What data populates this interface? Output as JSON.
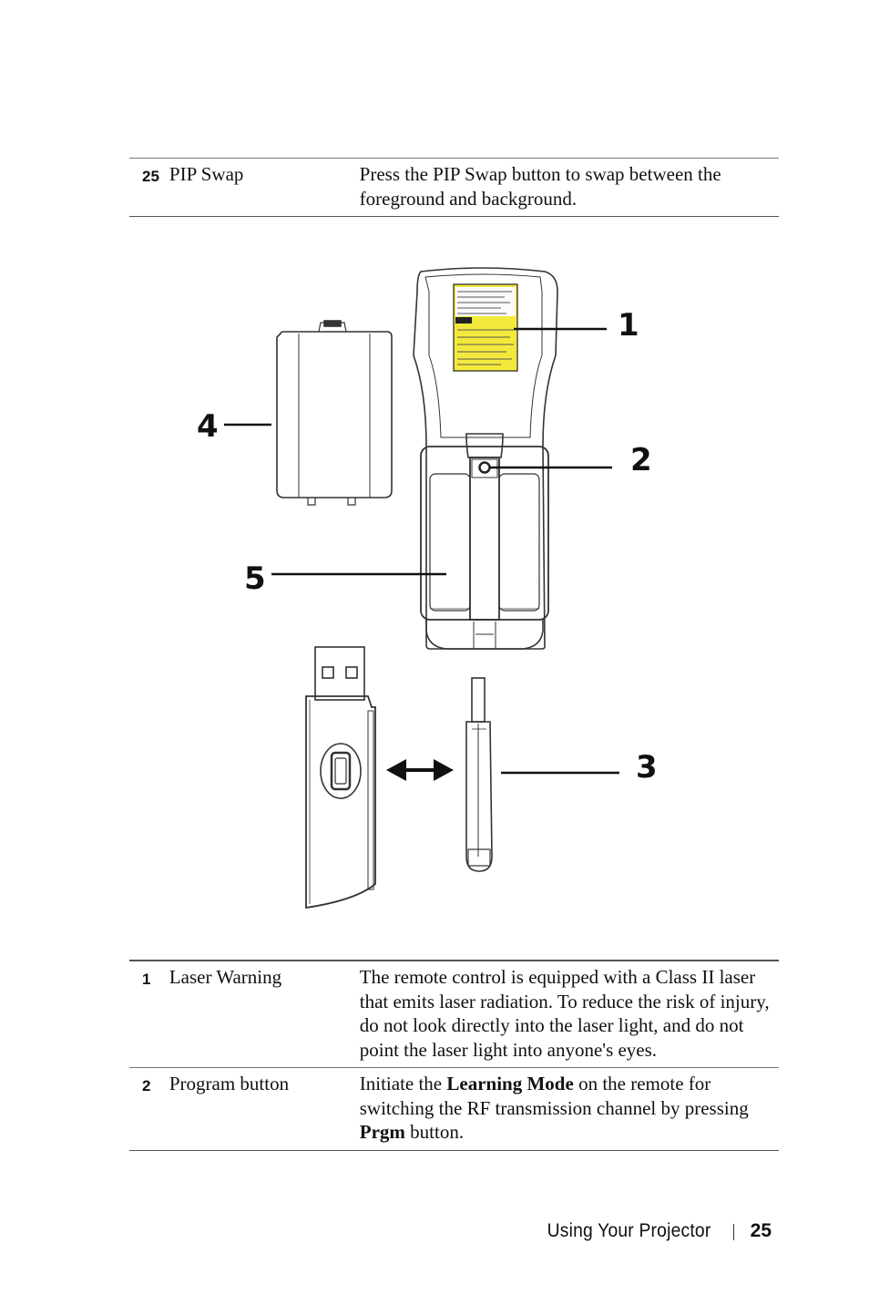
{
  "top_table": {
    "rows": [
      {
        "num": "25",
        "name": "PIP Swap",
        "desc": "Press the PIP Swap button to swap between the foreground and background."
      }
    ]
  },
  "figure": {
    "callouts": [
      "1",
      "2",
      "3",
      "4",
      "5"
    ]
  },
  "bottom_table": {
    "rows": [
      {
        "num": "1",
        "name": "Laser Warning",
        "desc": "The remote control is equipped with a Class II laser that emits laser radiation. To reduce the risk of injury, do not look directly into the laser light, and do not point the laser light into anyone's eyes."
      },
      {
        "num": "2",
        "name": "Program button",
        "desc_parts": [
          "Initiate the ",
          "Learning Mode",
          " on the remote for switching the RF transmission channel by pressing ",
          "Prgm",
          " button."
        ]
      }
    ]
  },
  "footer": {
    "section_title": "Using Your Projector",
    "page_number": "25"
  }
}
